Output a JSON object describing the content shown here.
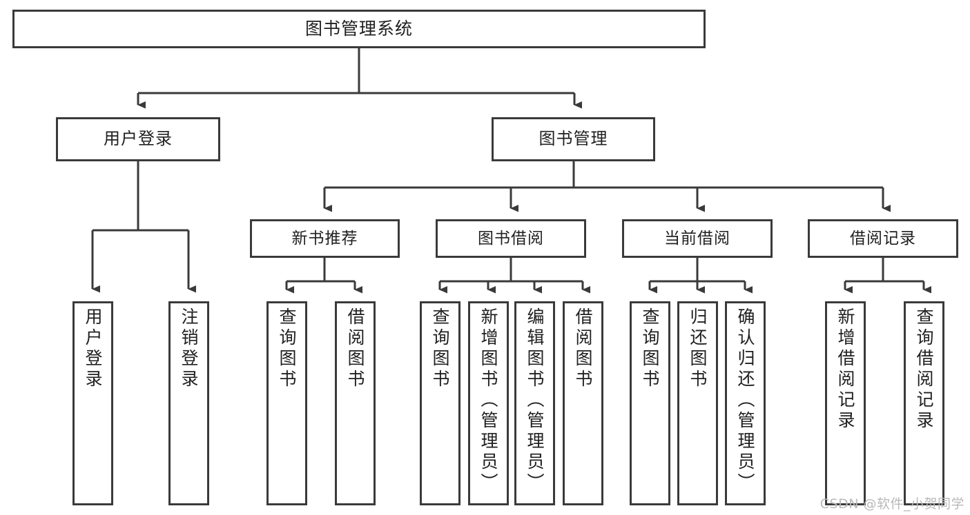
{
  "diagram": {
    "title": "图书管理系统",
    "root": {
      "label": "图书管理系统"
    },
    "level2": [
      {
        "label": "用户登录"
      },
      {
        "label": "图书管理"
      }
    ],
    "level3": [
      {
        "label": "新书推荐"
      },
      {
        "label": "图书借阅"
      },
      {
        "label": "当前借阅"
      },
      {
        "label": "借阅记录"
      }
    ],
    "leaves": [
      {
        "label": "用户登录"
      },
      {
        "label": "注销登录"
      },
      {
        "label": "查询图书"
      },
      {
        "label": "借阅图书"
      },
      {
        "label": "查询图书"
      },
      {
        "label": "新增图书（管理员）"
      },
      {
        "label": "编辑图书（管理员）"
      },
      {
        "label": "借阅图书"
      },
      {
        "label": "查询图书"
      },
      {
        "label": "归还图书"
      },
      {
        "label": "确认归还（管理员）"
      },
      {
        "label": "新增借阅记录"
      },
      {
        "label": "查询借阅记录"
      }
    ],
    "colors": {
      "stroke": "#3a3a3a",
      "background": "#ffffff",
      "text": "#1f1f1f",
      "watermark": "#b9b9b9"
    }
  },
  "watermark": {
    "text": "CSDN @软件_小贺同学"
  }
}
